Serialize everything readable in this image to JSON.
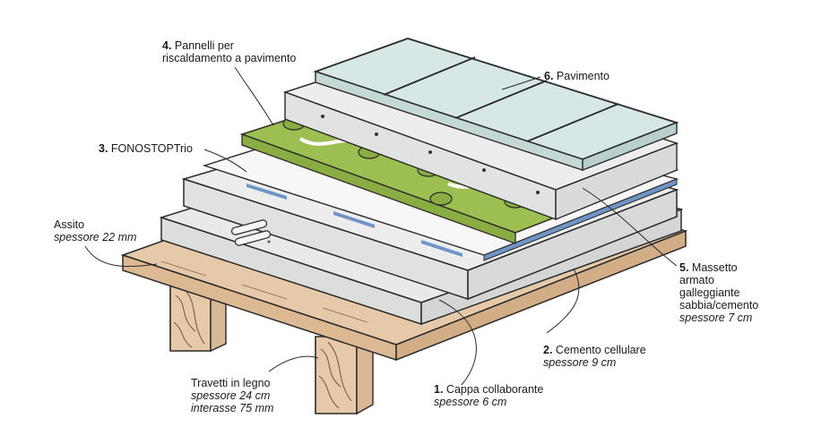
{
  "labels": {
    "l4": {
      "num": "4.",
      "title_line1": "Pannelli per",
      "title_line2": "riscaldamento a pavimento"
    },
    "l6": {
      "num": "6.",
      "title": "Pavimento"
    },
    "l3": {
      "num": "3.",
      "title": "FONOSTOPTrio"
    },
    "assito": {
      "title": "Assito",
      "sub": "spessore 22 mm"
    },
    "l5": {
      "num": "5.",
      "title_line1": "Massetto",
      "title_line2": "armato",
      "title_line3": "galleggiante",
      "title_line4": "sabbia/cemento",
      "sub": "spessore 7 cm"
    },
    "l2": {
      "num": "2.",
      "title": "Cemento cellulare",
      "sub": "spessore 9 cm"
    },
    "l1": {
      "num": "1.",
      "title": "Cappa collaborante",
      "sub": "spessore 6 cm"
    },
    "travetti": {
      "title": "Travetti in legno",
      "sub1": "spessore 24 cm",
      "sub2": "interasse 75 mm"
    }
  },
  "colors": {
    "wood": "#e6c9a8",
    "concrete": "#e7e8e8",
    "white_layer": "#f7f7f7",
    "blue_strip": "#6f95c6",
    "green_panel": "#9dbf52",
    "tile": "#d7e7e5",
    "line": "#2a2a2a"
  }
}
